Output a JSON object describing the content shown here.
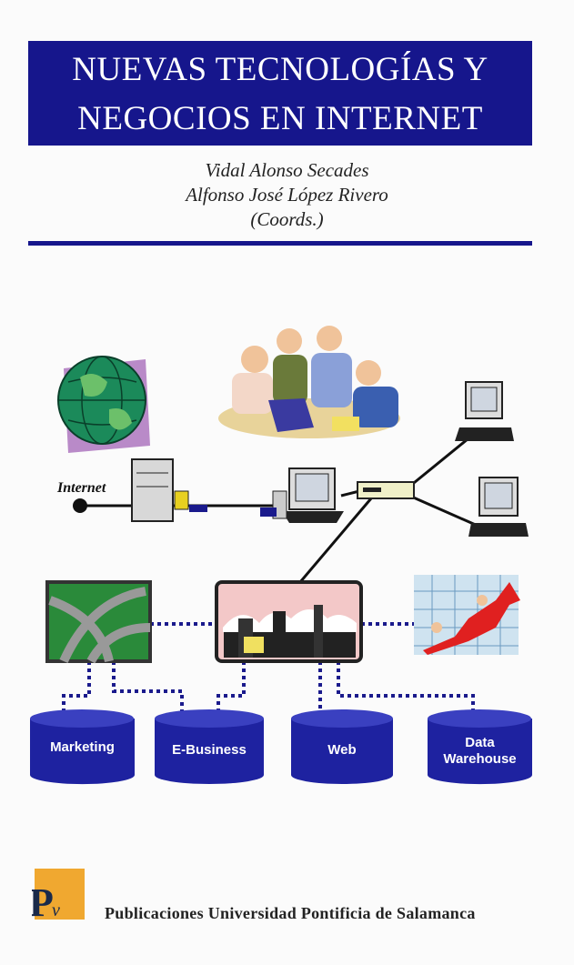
{
  "cover": {
    "title_lines": [
      "NUEVAS TECNOLOGÍAS Y",
      "NEGOCIOS EN INTERNET"
    ],
    "authors": [
      "Vidal Alonso Secades",
      "Alfonso José López Rivero",
      "(Coords.)"
    ],
    "colors": {
      "title_background": "#16168c",
      "database": "#1e22a0",
      "logo": "#f0a830"
    }
  },
  "diagram": {
    "internet_label": "Internet",
    "databases": [
      "Marketing",
      "E-Business",
      "Web",
      "Data Warehouse"
    ]
  },
  "publisher": {
    "logo_text": "P",
    "name": "Publicaciones Universidad Pontificia de Salamanca"
  }
}
